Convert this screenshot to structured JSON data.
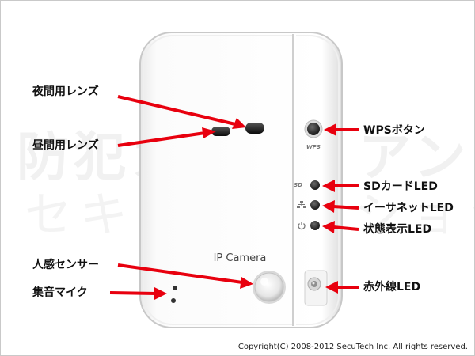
{
  "watermark": {
    "line1": "防犯カメラ・アンドセレクト",
    "line2": "セキュリティショップ"
  },
  "camera": {
    "brand": "IP Camera",
    "wps_marking": "WPS",
    "sd_marking": "SD"
  },
  "labels": {
    "night_lens": "夜間用レンズ",
    "day_lens": "昼間用レンズ",
    "wps_button": "WPSボタン",
    "sd_card_led": "SDカードLED",
    "ethernet_led": "イーサネットLED",
    "status_led": "状態表示LED",
    "motion_sensor": "人感センサー",
    "microphone": "集音マイク",
    "infrared_led": "赤外線LED"
  },
  "copyright": "Copyright(C) 2008-2012 SecuTech Inc. All rights reserved.",
  "colors": {
    "arrow": "#e8000e",
    "camera_body": "#fafafa",
    "camera_edge": "#c8c8c8"
  }
}
